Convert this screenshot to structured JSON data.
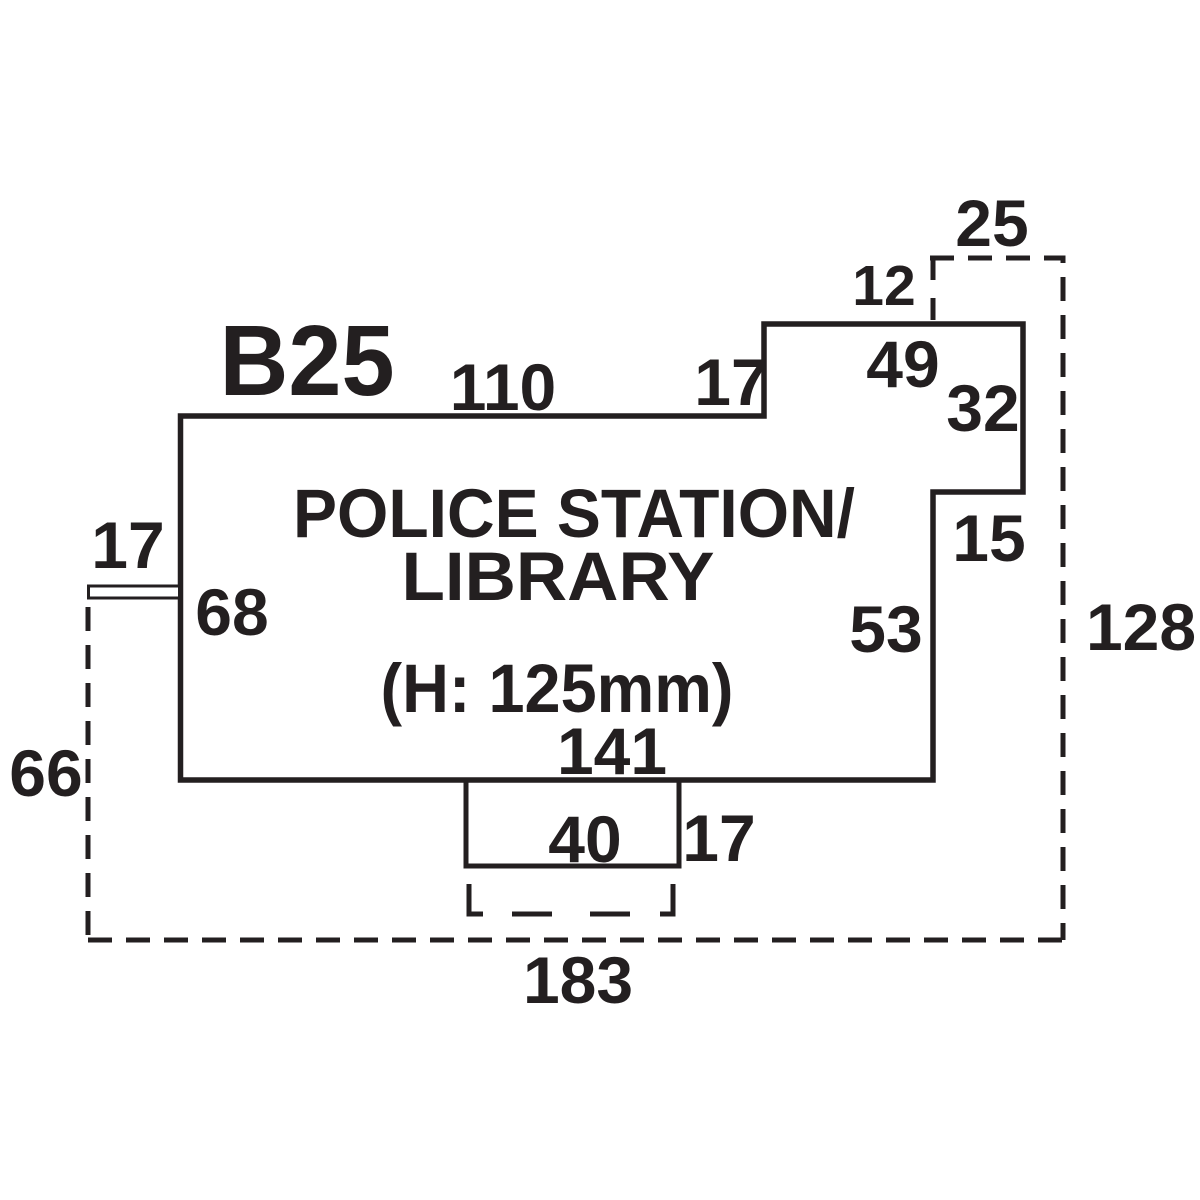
{
  "sign": {
    "code": "B25",
    "title_line1": "POLICE STATION/",
    "title_line2": "LIBRARY",
    "height_note": "(H: 125mm)"
  },
  "dimensions": {
    "top_width": "110",
    "top_step_height": "17",
    "top_inset": "12",
    "top_right_width": "25",
    "upper_top_width": "49",
    "upper_right_height": "32",
    "right_notch_width": "15",
    "right_lower_height": "53",
    "overall_height": "128",
    "left_tab_width": "17",
    "left_side_height": "68",
    "left_lower_height": "66",
    "bottom_width": "141",
    "bottom_tab_width": "40",
    "bottom_tab_height": "17",
    "overall_width": "183"
  },
  "colors": {
    "ink": "#231f20",
    "background": "#ffffff"
  }
}
